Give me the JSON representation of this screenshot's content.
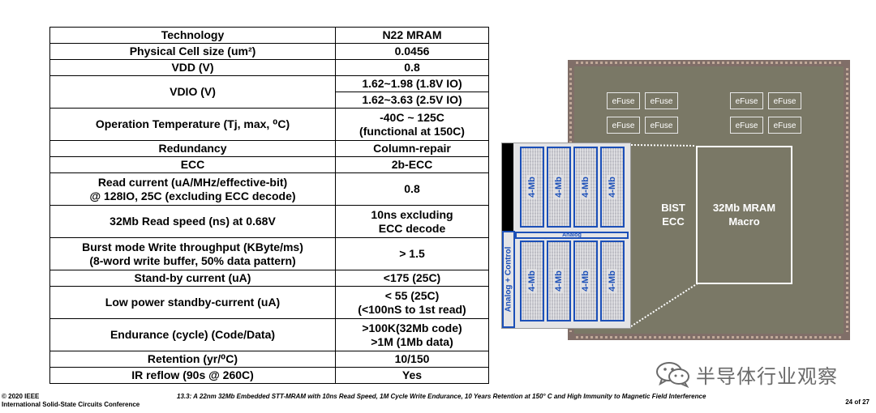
{
  "table": {
    "header": [
      "Technology",
      "N22 MRAM"
    ],
    "rows": [
      [
        "Physical Cell size (um²)",
        "0.0456"
      ],
      [
        "VDD (V)",
        "0.8"
      ],
      [
        "VDIO (V)",
        "1.62~1.98 (1.8V IO)",
        "1.62~3.63 (2.5V IO)"
      ],
      [
        "Operation Temperature (Tj, max, ⁰C)",
        "-40C ~ 125C\n(functional at 150C)"
      ],
      [
        "Redundancy",
        "Column-repair"
      ],
      [
        "ECC",
        "2b-ECC"
      ],
      [
        "Read current (uA/MHz/effective-bit)\n@ 128IO, 25C (excluding ECC decode)",
        "0.8"
      ],
      [
        "32Mb Read speed (ns) at 0.68V",
        "10ns excluding\nECC decode"
      ],
      [
        "Burst mode Write throughput (KByte/ms)\n(8-word write buffer, 50% data pattern)",
        "> 1.5"
      ],
      [
        "Stand-by current (uA)",
        "<175 (25C)"
      ],
      [
        "Low power standby-current (uA)",
        "< 55 (25C)\n(<100nS to 1st read)"
      ],
      [
        "Endurance (cycle) (Code/Data)",
        ">100K(32Mb code)\n>1M (1Mb data)"
      ],
      [
        "Retention (yr/⁰C)",
        "10/150"
      ],
      [
        "IR reflow (90s @ 260C)",
        "Yes"
      ]
    ]
  },
  "die": {
    "efuse_label": "eFuse",
    "bist_label": "BIST\nECC",
    "macro_label": "32Mb MRAM\nMacro"
  },
  "inset": {
    "block_label": "4-Mb",
    "analog_label": "Analog",
    "control_label": "Analog + Control"
  },
  "watermark": {
    "icon": "wechat-icon",
    "text": "半导体行业观察"
  },
  "footer": {
    "copyright": "© 2020 IEEE",
    "conference": "International Solid-State Circuits Conference",
    "paper_title": "13.3: A 22nm 32Mb Embedded STT-MRAM with 10ns Read Speed, 1M Cycle Write Endurance, 10 Years Retention at 150° C and High Immunity to Magnetic Field Interference",
    "page": "24 of 27"
  },
  "colors": {
    "inset_blue": "#1b4fb8",
    "die_background": "#7a7866",
    "watermark_gray": "#6a6a6a"
  }
}
